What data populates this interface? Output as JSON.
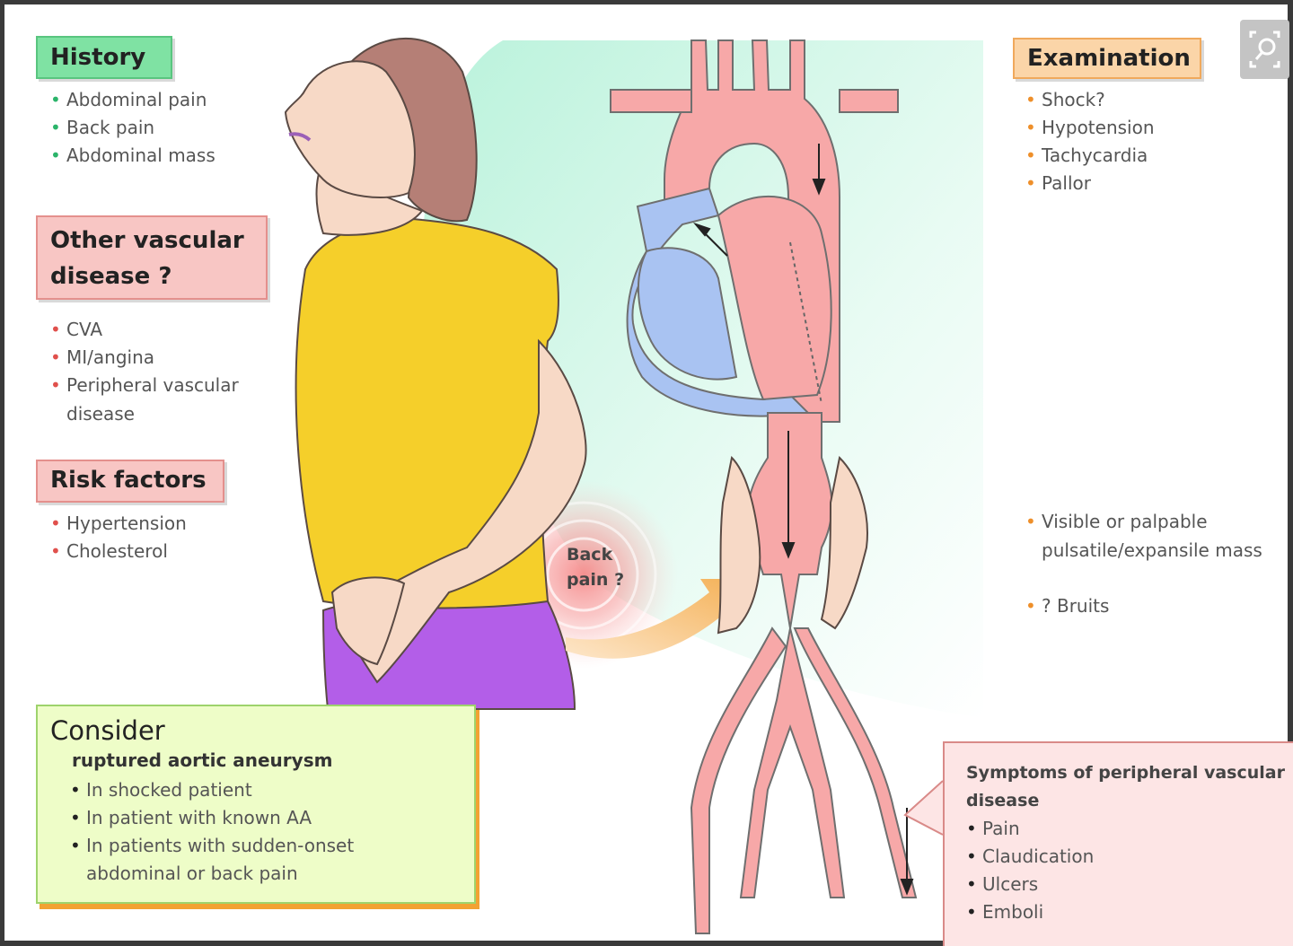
{
  "history": {
    "title": "History",
    "items": [
      "Abdominal pain",
      "Back pain",
      "Abdominal mass"
    ]
  },
  "other_vascular": {
    "title_line1": "Other vascular",
    "title_line2": "disease ?",
    "items": [
      "CVA",
      "MI/angina",
      "Peripheral vascular",
      "disease"
    ]
  },
  "risk_factors": {
    "title": "Risk factors",
    "items": [
      "Hypertension",
      "Cholesterol"
    ]
  },
  "examination": {
    "title": "Examination",
    "items": [
      "Shock?",
      "Hypotension",
      "Tachycardia",
      "Pallor"
    ],
    "mass_line1": "Visible or palpable",
    "mass_line2": "pulsatile/expansile mass",
    "bruits": "? Bruits"
  },
  "back_pain": {
    "line1": "Back",
    "line2": "pain ?"
  },
  "consider": {
    "title": "Consider",
    "subtitle": "ruptured aortic aneurysm",
    "items": [
      "In shocked patient",
      "In patient with known AA",
      "In patients with sudden-onset",
      "abdominal or back pain"
    ]
  },
  "symptoms": {
    "title": "Symptoms of peripheral vascular disease",
    "items": [
      "Pain",
      "Claudication",
      "Ulcers",
      "Emboli"
    ]
  },
  "colors": {
    "green_header": "#7fe2a3",
    "pink_header": "#f8c6c4",
    "orange_header": "#fbd5a8",
    "aorta": "#f7a8a8",
    "veins": "#a9c3f2",
    "shirt": "#f5cf2a",
    "trousers": "#b35ee8",
    "background_wash": "#c9f5e4"
  },
  "icons": {
    "zoom": "zoom-icon"
  }
}
